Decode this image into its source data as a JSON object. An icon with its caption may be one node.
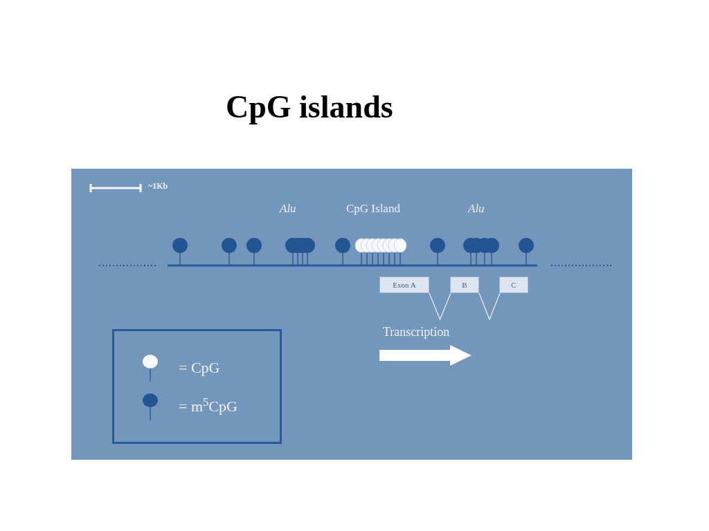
{
  "diagram": {
    "title": "CpG islands",
    "nodes": [
      {
        "text": [
          "Exon A"
        ]
      },
      {
        "text": [
          "B"
        ]
      },
      {
        "text": [
          "C"
        ]
      }
    ],
    "edges": [
      {
        "from": 0,
        "to": 1,
        "arrow": "none"
      },
      {
        "from": 1,
        "to": 2,
        "arrow": "none"
      }
    ],
    "labels": [
      "~1Kb",
      "Alu",
      "CpG Island",
      "Alu",
      "Transcription"
    ],
    "legend": [
      {
        "text": "= CpG"
      },
      {
        "text": "= m$^{5}$CpG"
      }
    ]
  }
}
